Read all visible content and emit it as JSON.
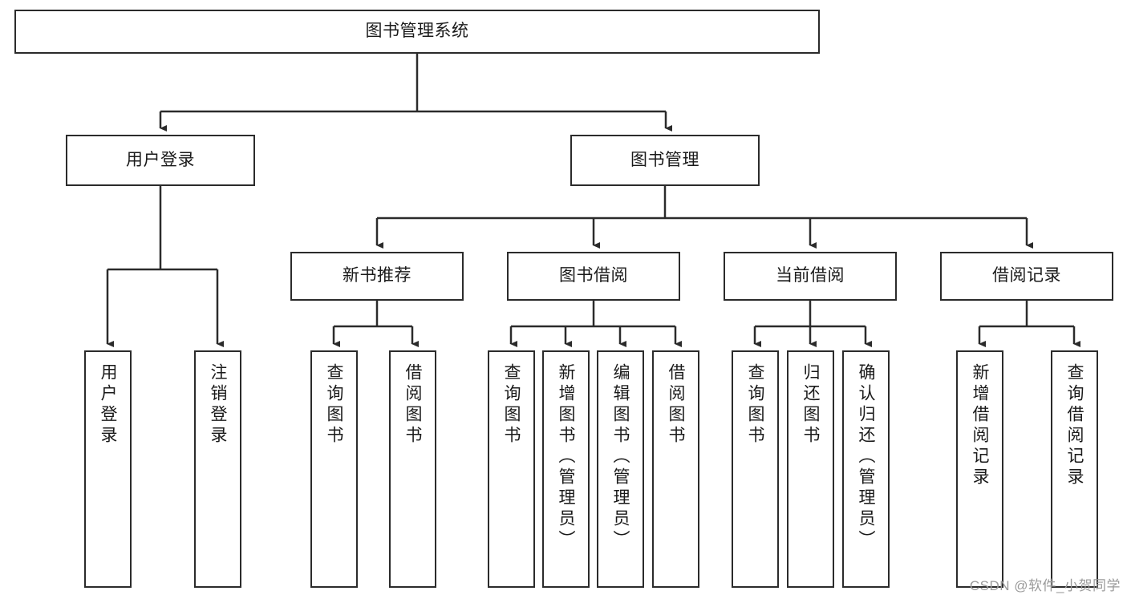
{
  "diagram": {
    "type": "tree-hierarchy-chart",
    "title": "图书管理系统",
    "watermark": "CSDN @软件_小贺同学",
    "colors": {
      "stroke": "#2b2b2b",
      "fill": "#ffffff",
      "text": "#1a1a1a",
      "watermark": "#9a9a9a"
    },
    "nodes": {
      "root": {
        "label": "图书管理系统"
      },
      "level2": [
        {
          "id": "user-login",
          "label": "用户登录"
        },
        {
          "id": "book-management",
          "label": "图书管理"
        }
      ],
      "level3": [
        {
          "id": "new-book-recommend",
          "label": "新书推荐"
        },
        {
          "id": "book-borrow",
          "label": "图书借阅"
        },
        {
          "id": "current-borrow",
          "label": "当前借阅"
        },
        {
          "id": "borrow-record",
          "label": "借阅记录"
        }
      ],
      "leaves": {
        "user-login": [
          {
            "id": "leaf-user-login",
            "label": "用户登录"
          },
          {
            "id": "leaf-logout",
            "label": "注销登录"
          }
        ],
        "new-book-recommend": [
          {
            "id": "leaf-query-book-1",
            "label": "查询图书"
          },
          {
            "id": "leaf-borrow-book-1",
            "label": "借阅图书"
          }
        ],
        "book-borrow": [
          {
            "id": "leaf-query-book-2",
            "label": "查询图书"
          },
          {
            "id": "leaf-add-book",
            "label": "新增图书（管理员）"
          },
          {
            "id": "leaf-edit-book",
            "label": "编辑图书（管理员）"
          },
          {
            "id": "leaf-borrow-book-2",
            "label": "借阅图书"
          }
        ],
        "current-borrow": [
          {
            "id": "leaf-query-book-3",
            "label": "查询图书"
          },
          {
            "id": "leaf-return-book",
            "label": "归还图书"
          },
          {
            "id": "leaf-confirm-return",
            "label": "确认归还（管理员）"
          }
        ],
        "borrow-record": [
          {
            "id": "leaf-add-record",
            "label": "新增借阅记录"
          },
          {
            "id": "leaf-query-record",
            "label": "查询借阅记录"
          }
        ]
      }
    }
  }
}
